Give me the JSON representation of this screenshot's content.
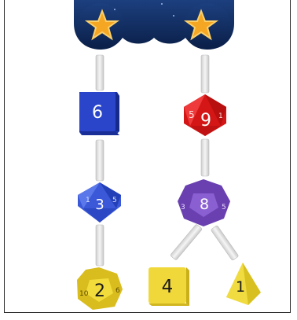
{
  "title": "",
  "tree": {
    "root_left": {
      "icon": "star-icon"
    },
    "root_right": {
      "icon": "star-icon"
    },
    "dice": {
      "d6_blue": {
        "shape": "d6",
        "value": "6",
        "color": "#2a45c9"
      },
      "d8_blue": {
        "shape": "d8",
        "value": "3",
        "edge_left": "1",
        "edge_right": "5",
        "color": "#3a58d8"
      },
      "d12_yellow": {
        "shape": "d12",
        "value": "2",
        "edge_left": "10",
        "edge_right": "6",
        "color": "#e8cf2a"
      },
      "d8_red": {
        "shape": "d8",
        "value": "9",
        "edge_left": "5",
        "edge_right": "1",
        "color": "#e02020"
      },
      "d12_purple": {
        "shape": "d12",
        "value": "8",
        "edge_left": "3",
        "edge_right": "5",
        "color": "#7a4fc2"
      },
      "d6_yellow": {
        "shape": "d6",
        "value": "4",
        "color": "#f0d83a"
      },
      "d4_yellow": {
        "shape": "d4",
        "value": "1",
        "color": "#e8d030"
      }
    }
  },
  "colors": {
    "cloud": "#0f2a5c",
    "star": "#f5a623",
    "connector": "#e4e4e4"
  }
}
